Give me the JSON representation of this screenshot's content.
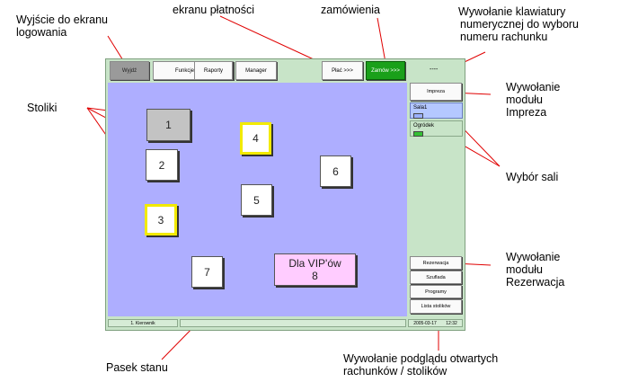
{
  "annotations": {
    "logout": [
      "Wyjście do ekranu",
      "logowania"
    ],
    "payment": "ekranu płatności",
    "order": "zamówienia",
    "keyboard": [
      "Wywołanie klawiatury",
      "numerycznej do wyboru",
      "numeru rachunku"
    ],
    "tables": "Stoliki",
    "impreza": [
      "Wywołanie",
      "modułu",
      "Impreza"
    ],
    "room_select": "Wybór sali",
    "reservation": [
      "Wywołanie",
      "modułu",
      "Rezerwacja"
    ],
    "statusbar": "Pasek stanu",
    "open_bills": [
      "Wywołanie podglądu otwartych",
      "rachunków / stolików"
    ]
  },
  "toolbar": {
    "exit": "Wyjdź",
    "functions": "Funkcje",
    "reports": "Raporty",
    "manager": "Manager",
    "pay": "Płać >>>",
    "order": "Zamów >>>",
    "bill_number": "----"
  },
  "tables": [
    {
      "label": "1",
      "state": "busy"
    },
    {
      "label": "2",
      "state": "free"
    },
    {
      "label": "3",
      "state": "reserved"
    },
    {
      "label": "4",
      "state": "reserved"
    },
    {
      "label": "5",
      "state": "free"
    },
    {
      "label": "6",
      "state": "free"
    },
    {
      "label": "7",
      "state": "free"
    }
  ],
  "vip_table": {
    "name": "Dla VIP'ów",
    "number": "8"
  },
  "sidebar": {
    "impreza": "Impreza",
    "rooms": [
      {
        "name": "Sala1",
        "color": "#9ab0ff"
      },
      {
        "name": "Ogródek",
        "color": "#34c034"
      }
    ],
    "reservation": "Rezerwacja",
    "drawer": "Szuflada",
    "programs": "Programy",
    "tables_list": "Lista stolików"
  },
  "status": {
    "user": "1. Kierownik",
    "date": "2005-03-17",
    "time": "12:32"
  }
}
